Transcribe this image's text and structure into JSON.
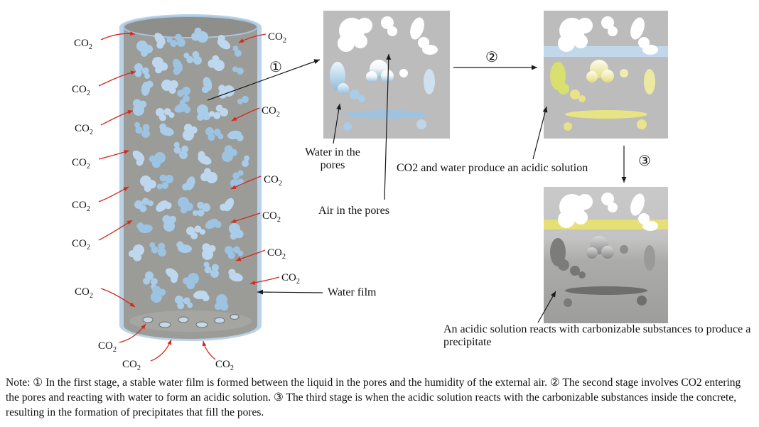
{
  "labels": {
    "co2": {
      "prefix": "CO",
      "sub": "2"
    },
    "stage1": "①",
    "stage2": "②",
    "stage3": "③",
    "water_in_pores": "Water in the pores",
    "air_in_pores": "Air in the pores",
    "acidic_solution": "CO2 and water produce an acidic solution",
    "water_film": "Water film",
    "precipitate": "An acidic solution reacts with carbonizable substances to produce a precipitate"
  },
  "note": "Note: ① In the first stage, a stable water film is formed between the liquid in the pores and the humidity of the external air. ② The second stage involves CO2 entering the pores and reacting with water to form an acidic solution. ③ The third stage is when the acidic solution reacts with the carbonizable substances inside the concrete, resulting in the formation of precipitates that fill the pores.",
  "colors": {
    "arrow_red": "#d42a1e",
    "water_blue": "#aecfe9",
    "acid_yellow": "#e6e074",
    "concrete_gray": "#9b9b98"
  }
}
